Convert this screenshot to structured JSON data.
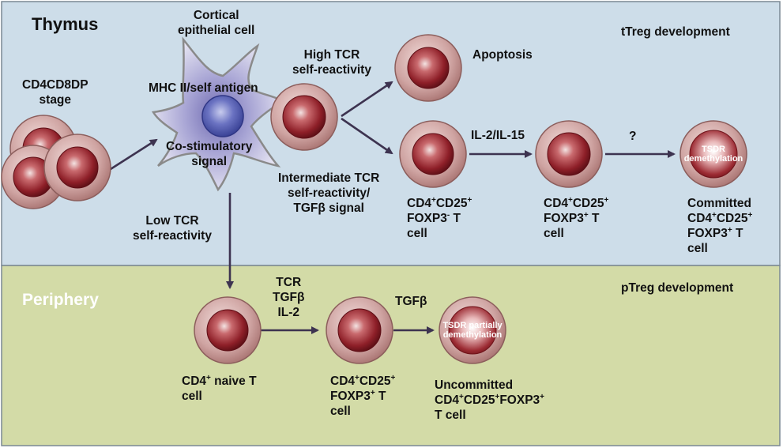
{
  "regions": {
    "thymus": {
      "title": "Thymus",
      "label": "tTreg development",
      "color": "#cddde9"
    },
    "periphery": {
      "title": "Periphery",
      "label": "pTreg development",
      "color": "#d3dba7"
    }
  },
  "labels": {
    "cortical_cell": "Cortical\nepithelial cell",
    "dp_stage": "CD4CD8DP\nstage",
    "mhc": "MHC II/self antigen",
    "costim": "Co-stimulatory\nsignal",
    "high_tcr": "High TCR\nself-reactivity",
    "apoptosis": "Apoptosis",
    "intermediate_tcr": "Intermediate TCR\nself-reactivity/\nTGFβ signal",
    "il2_il15": "IL-2/IL-15",
    "question": "?",
    "low_tcr": "Low TCR\nself-reactivity",
    "tcr_tgfb_il2": "TCR\nTGFβ\nIL-2",
    "tgfb": "TGFβ"
  },
  "cells": {
    "thymus_foxp3_neg": {
      "line1": "CD4",
      "sup1": "+",
      "mid1": "CD25",
      "sup2": "+",
      "line2": "FOXP3",
      "sup3": "-",
      "tail": " T",
      "line3": "cell"
    },
    "thymus_foxp3_pos": {
      "line1": "CD4",
      "sup1": "+",
      "mid1": "CD25",
      "sup2": "+",
      "line2": "FOXP3",
      "sup3": "+",
      "tail": " T",
      "line3": "cell"
    },
    "committed": {
      "line0": "Committed",
      "line1": "CD4",
      "sup1": "+",
      "mid1": "CD25",
      "sup2": "+",
      "line2": "FOXP3",
      "sup3": "+",
      "tail": " T",
      "line3": "cell",
      "inner": "TSDR\ndemethylation"
    },
    "naive": {
      "line1": "CD4",
      "sup1": "+",
      "tail1": " naive T",
      "line2": "cell"
    },
    "periphery_foxp3_pos": {
      "line1": "CD4",
      "sup1": "+",
      "mid1": "CD25",
      "sup2": "+",
      "line2": "FOXP3",
      "sup3": "+",
      "tail": " T",
      "line3": "cell"
    },
    "uncommitted": {
      "line0": "Uncommitted",
      "line1": "CD4",
      "sup1": "+",
      "mid1": "CD25",
      "sup2": "+",
      "mid2": "FOXP3",
      "sup3": "+",
      "line2": "T cell",
      "inner": "TSDR partially\ndemethylation"
    }
  },
  "colors": {
    "arrow": "#3d3350",
    "cell_outer": "#c89a98",
    "cell_inner": "#9c2b33",
    "epithelial": "#7b76b8",
    "nucleus": "#4a54a8"
  }
}
